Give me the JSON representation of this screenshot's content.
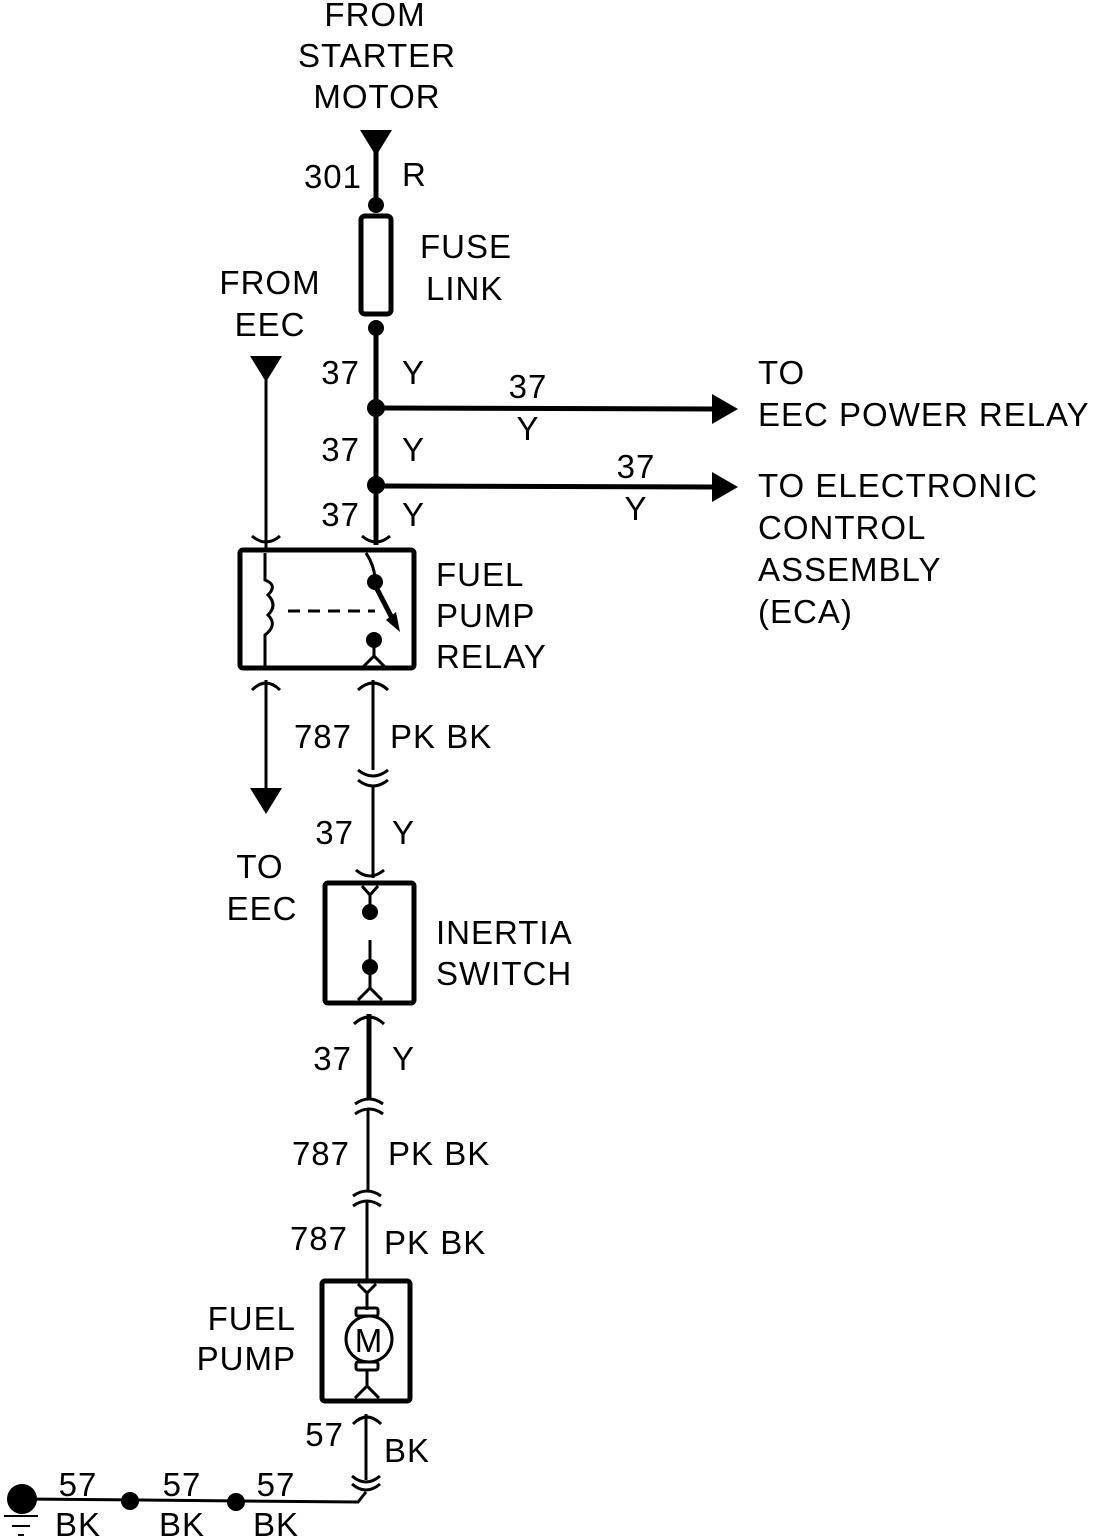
{
  "diagram": {
    "title": "Fuel Pump Circuit Wiring Diagram",
    "colors": {
      "ink": "#000000",
      "background": "#ffffff"
    },
    "sources": {
      "starter_motor": [
        "FROM",
        "STARTER",
        "MOTOR"
      ],
      "eec_in": [
        "FROM",
        "EEC"
      ]
    },
    "destinations": {
      "eec_out": [
        "TO",
        "EEC"
      ],
      "eec_power_relay": [
        "TO",
        "EEC POWER RELAY"
      ],
      "eca": [
        "TO ELECTRONIC",
        "CONTROL",
        "ASSEMBLY",
        "(ECA)"
      ]
    },
    "components": {
      "fuse_link": [
        "FUSE",
        "LINK"
      ],
      "fuel_pump_relay": [
        "FUEL",
        "PUMP",
        "RELAY"
      ],
      "inertia_switch": [
        "INERTIA",
        "SWITCH"
      ],
      "fuel_pump": [
        "FUEL",
        "PUMP"
      ],
      "motor_symbol": "M"
    },
    "wires": {
      "starter": {
        "circuit": "301",
        "color": "R"
      },
      "after_fuse": {
        "circuit": "37",
        "color": "Y"
      },
      "mid_trunk": {
        "circuit": "37",
        "color": "Y"
      },
      "to_relay": {
        "circuit": "37",
        "color": "Y"
      },
      "branch_eec_power_relay": {
        "circuit": "37",
        "color": "Y"
      },
      "branch_eca": {
        "circuit": "37",
        "color": "Y"
      },
      "relay_out": {
        "circuit": "787",
        "color": "PK BK"
      },
      "to_inertia": {
        "circuit": "37",
        "color": "Y"
      },
      "inertia_out": {
        "circuit": "37",
        "color": "Y"
      },
      "pump_feed_1": {
        "circuit": "787",
        "color": "PK BK"
      },
      "pump_feed_2": {
        "circuit": "787",
        "color": "PK BK"
      },
      "pump_ground": {
        "circuit": "57",
        "color": "BK"
      },
      "ground_1": {
        "circuit": "57",
        "color": "BK"
      },
      "ground_2": {
        "circuit": "57",
        "color": "BK"
      },
      "ground_3": {
        "circuit": "57",
        "color": "BK"
      }
    }
  }
}
